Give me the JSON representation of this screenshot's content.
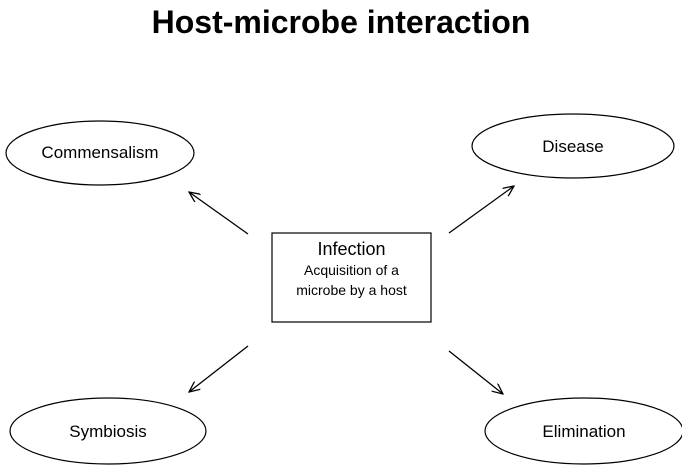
{
  "title": "Host-microbe interaction",
  "center": {
    "title": "Infection",
    "line1": "Acquisition of a",
    "line2": "microbe by a host"
  },
  "outcomes": {
    "top_left": "Commensalism",
    "top_right": "Disease",
    "bottom_left": "Symbiosis",
    "bottom_right": "Elimination"
  }
}
